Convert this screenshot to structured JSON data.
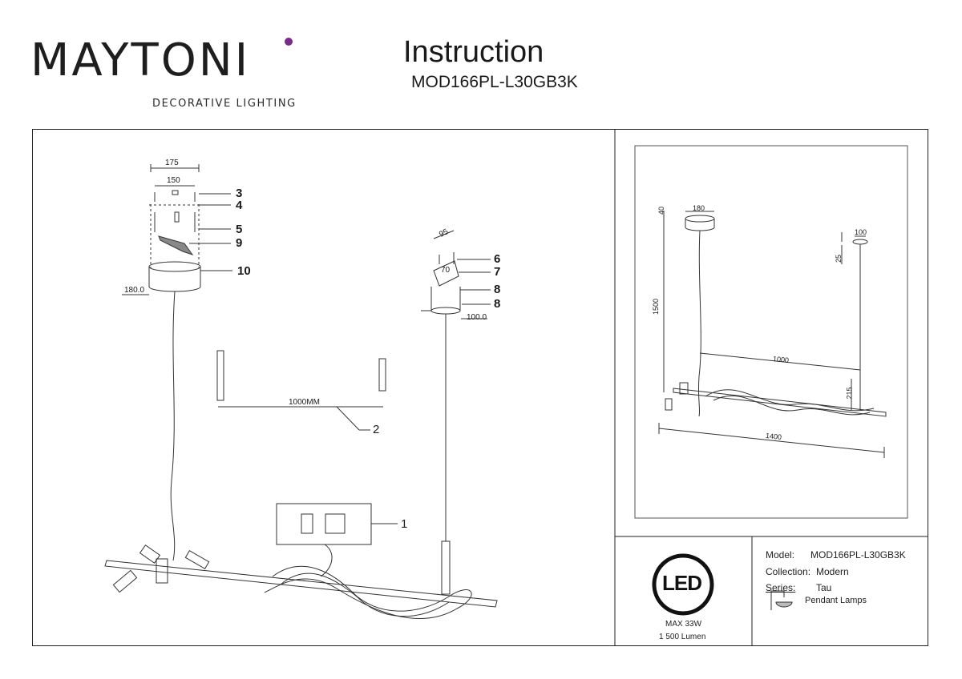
{
  "brand": {
    "name": "MAYTONI",
    "tagline": "DECORATIVE LIGHTING",
    "accent": "#7a2a8a"
  },
  "header": {
    "title": "Instruction",
    "model": "MOD166PL-L30GB3K"
  },
  "assembly": {
    "dims": {
      "canopy_outer": "175",
      "canopy_inner": "150",
      "canopy_dia": "180.0",
      "bar_len": "1000MM",
      "small_w": "95",
      "small_h": "70",
      "small_dia": "100.0"
    },
    "callouts": [
      "1",
      "2",
      "3",
      "4",
      "5",
      "6",
      "7",
      "8",
      "8",
      "9",
      "10"
    ]
  },
  "dimension_drawing": {
    "canopy": "180",
    "canopy_h": "40",
    "small": "100",
    "small_h": "25",
    "drop": "1500",
    "spacing": "1000",
    "offset": "215",
    "length": "1400"
  },
  "specs": {
    "badge": "LED",
    "power": "MAX 33W",
    "lumen": "1 500 Lumen",
    "labels": {
      "model": "Model:",
      "collection": "Collection:",
      "series": "Series:"
    },
    "values": {
      "model": "MOD166PL-L30GB3K",
      "collection": "Modern",
      "series": "Tau"
    },
    "type": "Pendant Lamps"
  }
}
